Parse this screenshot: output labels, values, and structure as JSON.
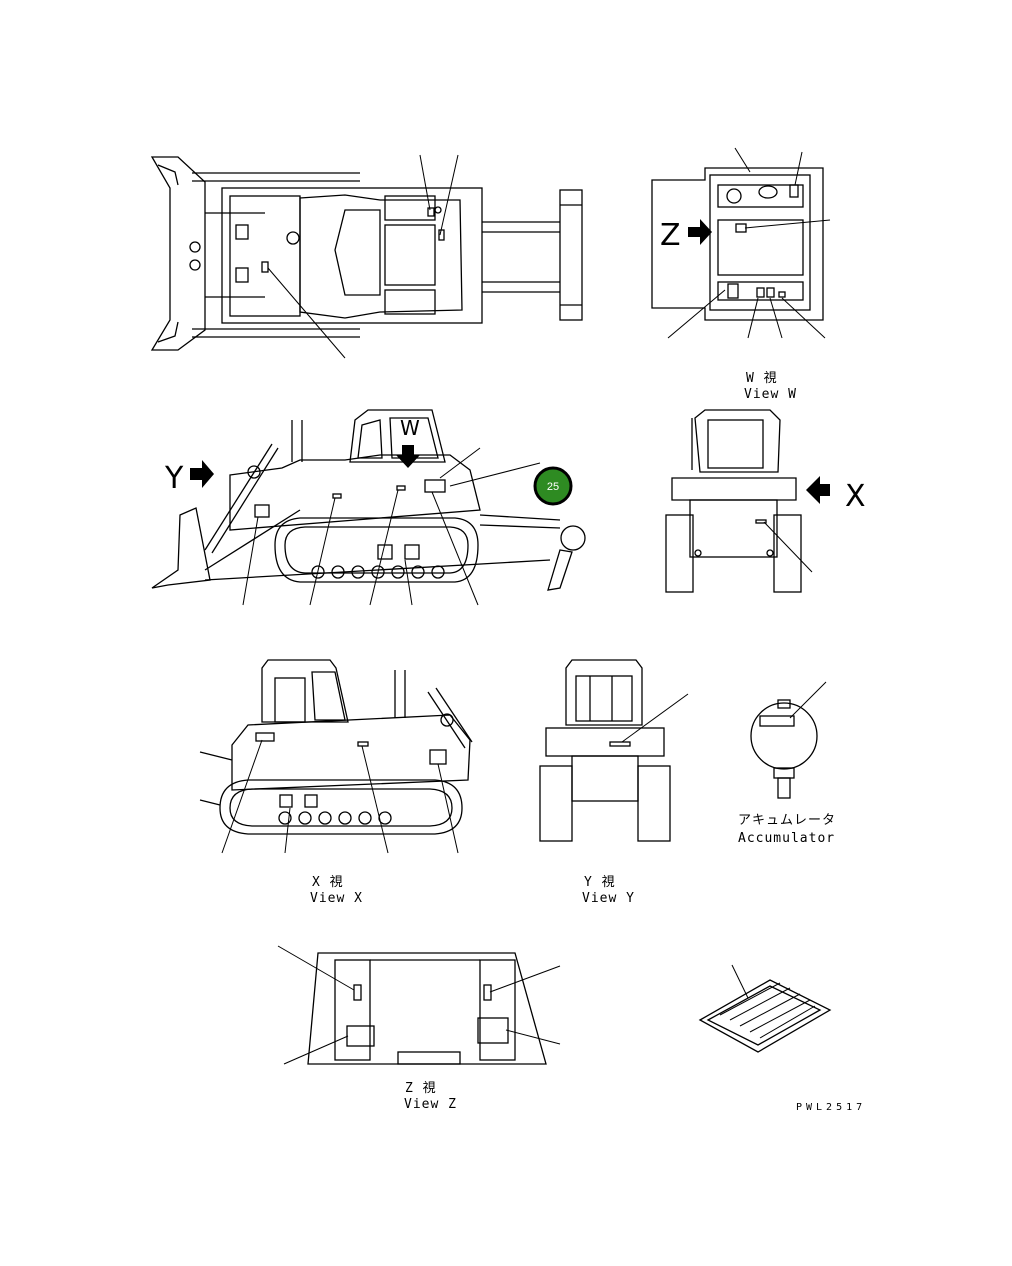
{
  "labels": {
    "view_w_jp": "W 視",
    "view_w_en": "View W",
    "view_x_jp": "X 視",
    "view_x_en": "View X",
    "view_y_jp": "Y 視",
    "view_y_en": "View Y",
    "view_z_jp": "Z 視",
    "view_z_en": "View Z",
    "accumulator_jp": "アキュムレータ",
    "accumulator_en": "Accumulator",
    "arrow_w": "W",
    "arrow_x": "X",
    "arrow_y": "Y",
    "arrow_z": "Z",
    "drawing_code": "PWL2517"
  },
  "callouts": [
    {
      "number": "25",
      "color": "#2e8b22",
      "border": "#000000"
    }
  ]
}
